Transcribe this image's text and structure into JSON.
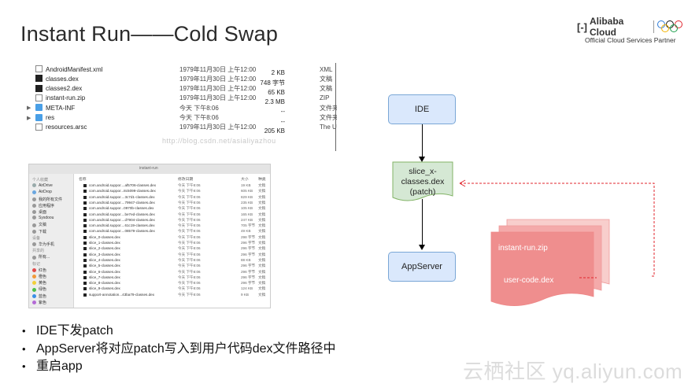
{
  "slide": {
    "title": "Instant Run——Cold Swap"
  },
  "brand": {
    "name": "Alibaba Cloud",
    "mark": "[-]",
    "tagline": "Official Cloud Services Partner",
    "ring_colors": [
      "#2c7ad6",
      "#111111",
      "#e0262e",
      "#f2b200",
      "#1a9e4b"
    ]
  },
  "file_list": {
    "rows": [
      {
        "icon": "page",
        "disclosure": "",
        "name": "AndroidManifest.xml",
        "date": "1979年11月30日 上午12:00",
        "size": "2 KB",
        "kind": "XML"
      },
      {
        "icon": "dark",
        "disclosure": "",
        "name": "classes.dex",
        "date": "1979年11月30日 上午12:00",
        "size": "748 字节",
        "kind": "文稿"
      },
      {
        "icon": "dark",
        "disclosure": "",
        "name": "classes2.dex",
        "date": "1979年11月30日 上午12:00",
        "size": "65 KB",
        "kind": "文稿"
      },
      {
        "icon": "page",
        "disclosure": "",
        "name": "instant-run.zip",
        "date": "1979年11月30日 上午12:00",
        "size": "2.3 MB",
        "kind": "ZIP"
      },
      {
        "icon": "folder",
        "disclosure": "▶",
        "name": "META-INF",
        "date": "今天 下午8:06",
        "size": "--",
        "kind": "文件夹"
      },
      {
        "icon": "folder",
        "disclosure": "▶",
        "name": "res",
        "date": "今天 下午8:06",
        "size": "--",
        "kind": "文件夹"
      },
      {
        "icon": "page",
        "disclosure": "",
        "name": "resources.arsc",
        "date": "1979年11月30日 上午12:00",
        "size": "205 KB",
        "kind": "The U"
      }
    ],
    "watermark": "http://blog.csdn.net/asialiyazhou"
  },
  "finder": {
    "window_title": "instant-run",
    "columns": {
      "name": "名称",
      "date": "修改日期",
      "size": "大小",
      "kind": "种类"
    },
    "sidebar": [
      {
        "label": "个人收藏",
        "color": ""
      },
      {
        "label": "AirDrive",
        "color": "#9aa"
      },
      {
        "label": "AirDrop",
        "color": "#6aa7e0"
      },
      {
        "label": "我的所有文件",
        "color": "#999"
      },
      {
        "label": "应用程序",
        "color": "#999"
      },
      {
        "label": "桌面",
        "color": "#999"
      },
      {
        "label": "Sysdoou",
        "color": "#999"
      },
      {
        "label": "文稿",
        "color": "#999"
      },
      {
        "label": "下载",
        "color": "#999"
      },
      {
        "label": "设备",
        "color": ""
      },
      {
        "label": "华为手机",
        "color": "#999"
      },
      {
        "label": "共享的",
        "color": ""
      },
      {
        "label": "所有...",
        "color": "#999"
      },
      {
        "label": "标记",
        "color": ""
      },
      {
        "label": "红色",
        "color": "#e24b4b"
      },
      {
        "label": "橙色",
        "color": "#f19a3a"
      },
      {
        "label": "黄色",
        "color": "#f2cf3a"
      },
      {
        "label": "绿色",
        "color": "#4cbf4c"
      },
      {
        "label": "蓝色",
        "color": "#3a8ee6"
      },
      {
        "label": "紫色",
        "color": "#b46ad6"
      }
    ],
    "files": [
      {
        "name": "com.android.suppor....af5706-classes.dex",
        "date": "今天 下午8:06",
        "size": "19 KB",
        "kind": "文稿"
      },
      {
        "name": "com.android.suppor...8c5099-classes.dex",
        "date": "今天 下午8:06",
        "size": "605 KB",
        "kind": "文稿"
      },
      {
        "name": "com.android.suppor....3c7d1-classes.dex",
        "date": "今天 下午8:06",
        "size": "829 KB",
        "kind": "文稿"
      },
      {
        "name": "com.android.suppor....79947-classes.dex",
        "date": "今天 下午8:06",
        "size": "235 KB",
        "kind": "文稿"
      },
      {
        "name": "com.android.suppor...0970b-classes.dex",
        "date": "今天 下午8:06",
        "size": "105 KB",
        "kind": "文稿"
      },
      {
        "name": "com.android.suppor....be7ed-classes.dex",
        "date": "今天 下午8:06",
        "size": "165 KB",
        "kind": "文稿"
      },
      {
        "name": "com.android.suppor....d7904-classes.dex",
        "date": "今天 下午8:06",
        "size": "247 KB",
        "kind": "文稿"
      },
      {
        "name": "com.android.suppor....61c19-classes.dex",
        "date": "今天 下午8:06",
        "size": "705 字节",
        "kind": "文稿"
      },
      {
        "name": "com.android.suppor....08579-classes.dex",
        "date": "今天 下午8:06",
        "size": "49 KB",
        "kind": "文稿"
      },
      {
        "name": "slice_0-classes.dex",
        "date": "今天 下午8:06",
        "size": "298 字节",
        "kind": "文稿"
      },
      {
        "name": "slice_1-classes.dex",
        "date": "今天 下午8:06",
        "size": "296 字节",
        "kind": "文稿"
      },
      {
        "name": "slice_2-classes.dex",
        "date": "今天 下午8:06",
        "size": "296 字节",
        "kind": "文稿"
      },
      {
        "name": "slice_3-classes.dex",
        "date": "今天 下午8:06",
        "size": "296 字节",
        "kind": "文稿"
      },
      {
        "name": "slice_4-classes.dex",
        "date": "今天 下午8:06",
        "size": "88 KB",
        "kind": "文稿"
      },
      {
        "name": "slice_5-classes.dex",
        "date": "今天 下午8:06",
        "size": "296 字节",
        "kind": "文稿"
      },
      {
        "name": "slice_6-classes.dex",
        "date": "今天 下午8:06",
        "size": "296 字节",
        "kind": "文稿"
      },
      {
        "name": "slice_7-classes.dex",
        "date": "今天 下午8:06",
        "size": "296 字节",
        "kind": "文稿"
      },
      {
        "name": "slice_8-classes.dex",
        "date": "今天 下午8:06",
        "size": "296 字节",
        "kind": "文稿"
      },
      {
        "name": "slice_9-classes.dex",
        "date": "今天 下午8:06",
        "size": "124 KB",
        "kind": "文稿"
      },
      {
        "name": "support-annotation...43ba79-classes.dex",
        "date": "今天 下午8:06",
        "size": "9 KB",
        "kind": "文稿"
      }
    ]
  },
  "diagram": {
    "ide": "IDE",
    "patch": [
      "slice_x-",
      "classes.dex",
      "(patch)"
    ],
    "appserver": "AppServer",
    "doc_lines": [
      "instant-run.zip",
      "user-code.dex"
    ]
  },
  "bullets": [
    "IDE下发patch",
    "AppServer将对应patch写入到用户代码dex文件路径中",
    "重启app"
  ],
  "footer": {
    "watermark": "云栖社区 yq.aliyun.com"
  }
}
